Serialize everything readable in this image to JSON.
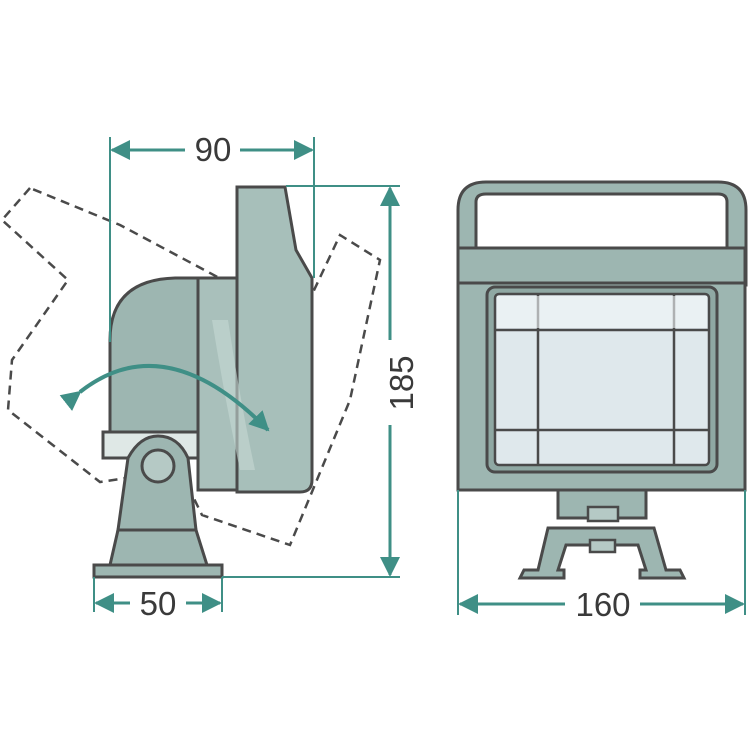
{
  "colors": {
    "body_fill": "#9db6b1",
    "body_light": "#b3c9c5",
    "outline": "#4a4a4a",
    "dimension": "#3f8f86",
    "lens_fill": "#dfe8ec"
  },
  "dimensions": {
    "depth": "90",
    "height": "185",
    "base": "50",
    "width": "160"
  }
}
